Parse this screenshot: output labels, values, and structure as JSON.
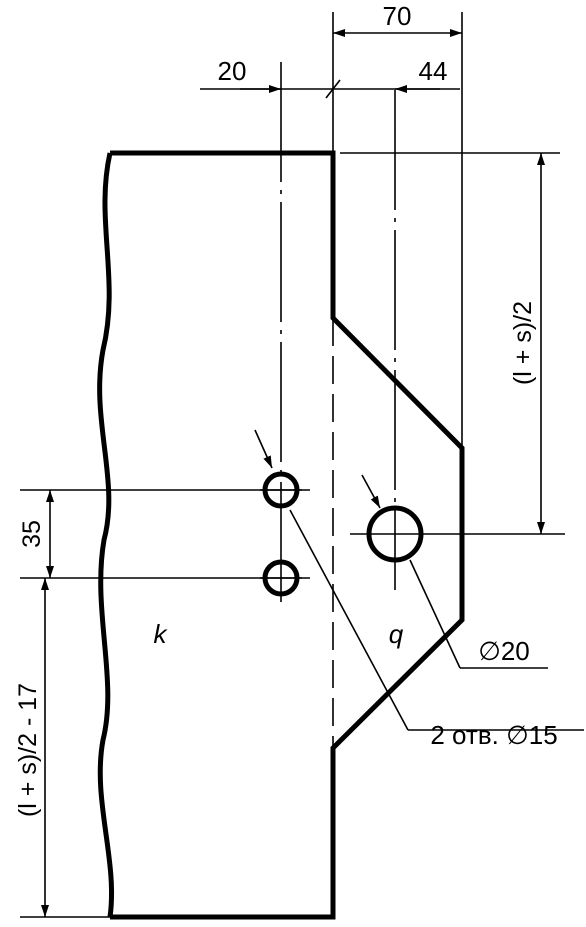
{
  "dimensions": {
    "top_total": "70",
    "top_left": "20",
    "top_right": "44",
    "vertical_spacing": "35",
    "right_height": "(l + s)/2",
    "left_height": "(l + s)/2 - 17"
  },
  "labels": {
    "part_k": "k",
    "part_q": "q",
    "hole_large": "∅20",
    "holes_small": "2 отв. ∅15"
  }
}
